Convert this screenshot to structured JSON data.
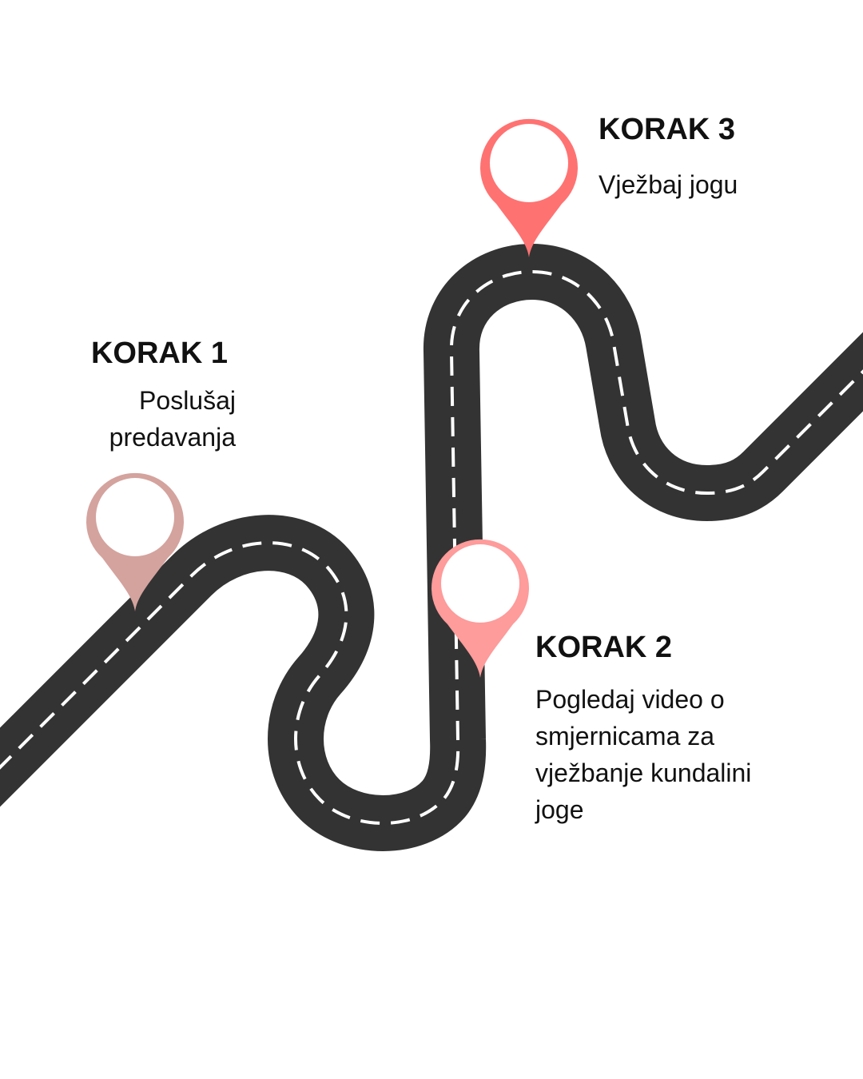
{
  "colors": {
    "road": "#333333",
    "lane": "#ffffff",
    "pin1": "#d4a39e",
    "pin2": "#fe9b9b",
    "pin3": "#ff7272"
  },
  "steps": [
    {
      "title": "KORAK 1",
      "text": "Poslušaj predavanja"
    },
    {
      "title": "KORAK 2",
      "text": "Pogledaj video o smjernicama za vježbanje kundalini joge"
    },
    {
      "title": "KORAK 3",
      "text": "Vježbaj jogu"
    }
  ]
}
